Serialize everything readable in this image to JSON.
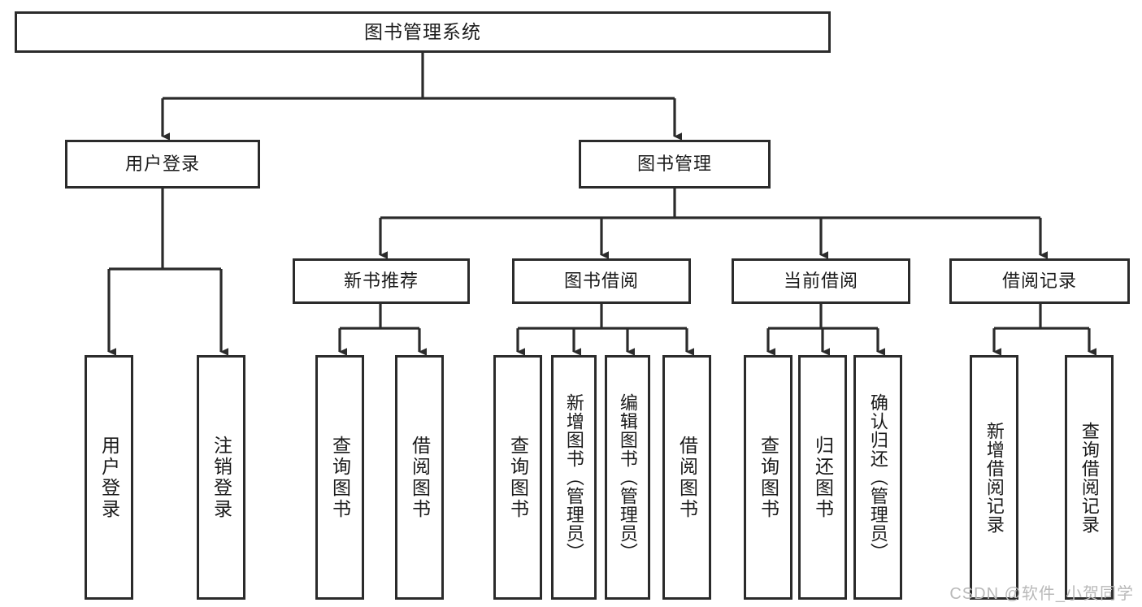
{
  "diagram": {
    "type": "tree-hierarchy",
    "title": "图书管理系统",
    "watermark": "CSDN @软件_小贺同学",
    "colors": {
      "box_border": "#2b2b2b",
      "box_fill": "#ffffff",
      "connector": "#2b2b2b",
      "text": "#1a1a1a",
      "watermark": "#b9b9b9"
    },
    "root": {
      "label": "图书管理系统"
    },
    "level1": [
      {
        "label": "用户登录"
      },
      {
        "label": "图书管理"
      }
    ],
    "level2": [
      {
        "label": "新书推荐"
      },
      {
        "label": "图书借阅"
      },
      {
        "label": "当前借阅"
      },
      {
        "label": "借阅记录"
      }
    ],
    "leaves": [
      {
        "label": "用户登录",
        "parent": "用户登录"
      },
      {
        "label": "注销登录",
        "parent": "用户登录"
      },
      {
        "label": "查询图书",
        "parent": "新书推荐"
      },
      {
        "label": "借阅图书",
        "parent": "新书推荐"
      },
      {
        "label": "查询图书",
        "parent": "图书借阅"
      },
      {
        "label": "新增图书（管理员）",
        "parent": "图书借阅"
      },
      {
        "label": "编辑图书（管理员）",
        "parent": "图书借阅"
      },
      {
        "label": "借阅图书",
        "parent": "图书借阅"
      },
      {
        "label": "查询图书",
        "parent": "当前借阅"
      },
      {
        "label": "归还图书",
        "parent": "当前借阅"
      },
      {
        "label": "确认归还（管理员）",
        "parent": "当前借阅"
      },
      {
        "label": "新增借阅记录",
        "parent": "借阅记录"
      },
      {
        "label": "查询借阅记录",
        "parent": "借阅记录"
      }
    ]
  }
}
